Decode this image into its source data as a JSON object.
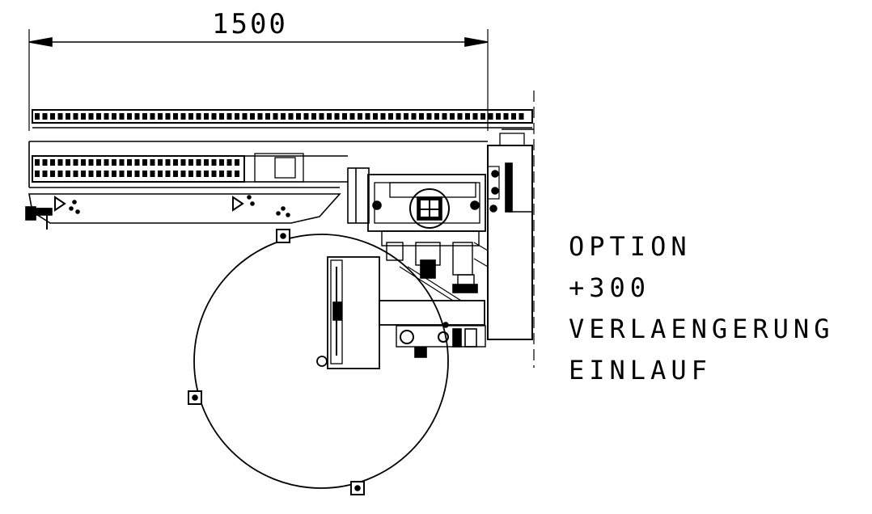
{
  "dimension": {
    "value": "1500"
  },
  "note": {
    "lines": [
      "OPTION",
      "+300",
      "VERLAENGERUNG",
      "EINLAUF"
    ]
  },
  "colors": {
    "line": "#000000",
    "background": "#ffffff"
  }
}
